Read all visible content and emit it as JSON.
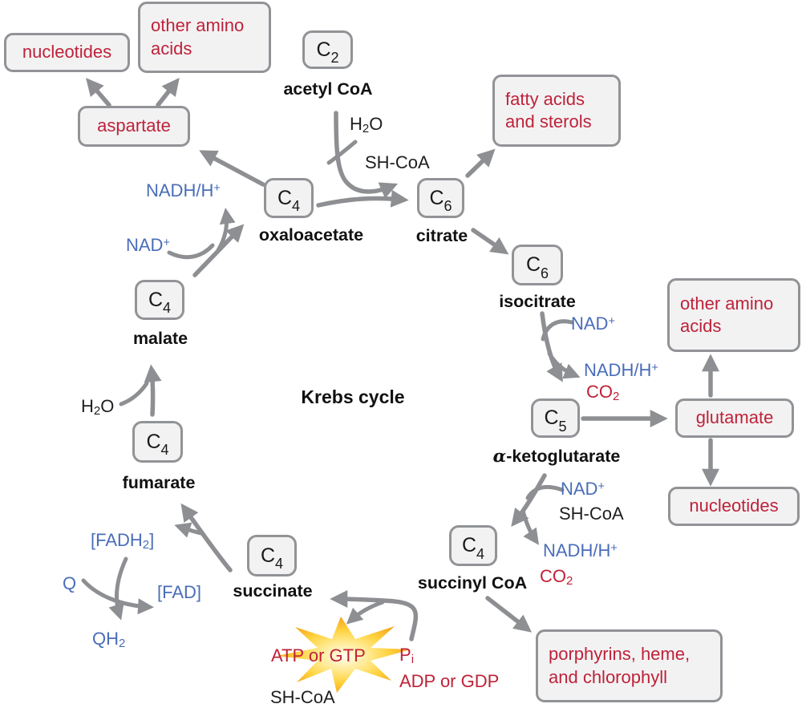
{
  "title": "Krebs cycle",
  "colors": {
    "box_fill": "#f2f2f3",
    "box_border": "#919396",
    "arrow": "#8d8f92",
    "red_text": "#bf2239",
    "blue_text": "#4a6db8",
    "black_text": "#1a1a1a",
    "star_center": "#fffdf0",
    "star_edge": "#f29b13"
  },
  "boxes": {
    "nucleotides_top_left": {
      "label": "nucleotides"
    },
    "other_amino_top": {
      "label": "other amino acids"
    },
    "aspartate": {
      "label": "aspartate"
    },
    "fatty_acids": {
      "label": "fatty acids and sterols"
    },
    "other_amino_right": {
      "label": "other amino acids"
    },
    "glutamate": {
      "label": "glutamate"
    },
    "nucleotides_right": {
      "label": "nucleotides"
    },
    "porphyrins": {
      "label": "porphyrins, heme, and chlorophyll"
    }
  },
  "nodes": {
    "acetyl_coa": {
      "formula": "C",
      "sub": "2",
      "name": "acetyl CoA"
    },
    "oxaloacetate": {
      "formula": "C",
      "sub": "4",
      "name": "oxaloacetate"
    },
    "citrate": {
      "formula": "C",
      "sub": "6",
      "name": "citrate"
    },
    "isocitrate": {
      "formula": "C",
      "sub": "6",
      "name": "isocitrate"
    },
    "alpha_ketoglutarate": {
      "formula": "C",
      "sub": "5",
      "name_alpha": "α",
      "name_rest": "-ketoglutarate"
    },
    "succinyl_coa": {
      "formula": "C",
      "sub": "4",
      "name": "succinyl CoA"
    },
    "succinate": {
      "formula": "C",
      "sub": "4",
      "name": "succinate"
    },
    "fumarate": {
      "formula": "C",
      "sub": "4",
      "name": "fumarate"
    },
    "malate": {
      "formula": "C",
      "sub": "4",
      "name": "malate"
    }
  },
  "chem": {
    "nad": {
      "pre": "NAD",
      "sup": "+"
    },
    "nadh": {
      "pre": "NADH/H",
      "sup": "+"
    },
    "co2": {
      "pre": "CO",
      "sub": "2"
    },
    "h2o": {
      "pre": "H",
      "sub": "2",
      "post": "O"
    },
    "sh_coa": "SH-CoA",
    "fadh2": {
      "pre": "[FADH",
      "sub": "2",
      "post": "]"
    },
    "fad": "[FAD]",
    "q": "Q",
    "qh2": {
      "pre": "QH",
      "sub": "2"
    },
    "p_i": {
      "pre": "P",
      "sub": "i"
    },
    "atp_gtp": "ATP or GTP",
    "adp_gdp": "ADP or GDP"
  }
}
